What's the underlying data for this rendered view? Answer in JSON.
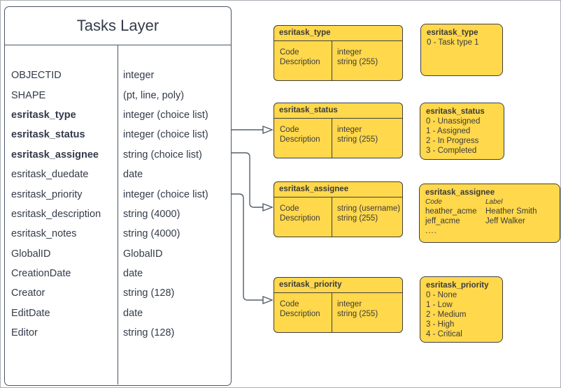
{
  "table": {
    "title": "Tasks Layer",
    "rows": [
      {
        "name": "OBJECTID",
        "type": "integer",
        "bold": false
      },
      {
        "name": "SHAPE",
        "type": "(pt, line, poly)",
        "bold": false
      },
      {
        "name": "esritask_type",
        "type": "integer (choice list)",
        "bold": true
      },
      {
        "name": "esritask_status",
        "type": "integer (choice list)",
        "bold": true
      },
      {
        "name": "esritask_assignee",
        "type": "string (choice list)",
        "bold": true
      },
      {
        "name": "esritask_duedate",
        "type": "date",
        "bold": false
      },
      {
        "name": "esritask_priority",
        "type": "integer (choice list)",
        "bold": false
      },
      {
        "name": "esritask_description",
        "type": "string (4000)",
        "bold": false
      },
      {
        "name": "esritask_notes",
        "type": "string (4000)",
        "bold": false
      },
      {
        "name": "GlobalID",
        "type": "GlobalID",
        "bold": false
      },
      {
        "name": "CreationDate",
        "type": "date",
        "bold": false
      },
      {
        "name": "Creator",
        "type": "string (128)",
        "bold": false
      },
      {
        "name": "EditDate",
        "type": "date",
        "bold": false
      },
      {
        "name": "Editor",
        "type": "string (128)",
        "bold": false
      }
    ]
  },
  "detail_boxes": [
    {
      "title": "esritask_type",
      "fields": [
        "Code",
        "Description"
      ],
      "types": [
        "integer",
        "string (255)"
      ]
    },
    {
      "title": "esritask_status",
      "fields": [
        "Code",
        "Description"
      ],
      "types": [
        "integer",
        "string (255)"
      ]
    },
    {
      "title": "esritask_assignee",
      "fields": [
        "Code",
        "Description"
      ],
      "types": [
        "string (username)",
        "string (255)"
      ]
    },
    {
      "title": "esritask_priority",
      "fields": [
        "Code",
        "Description"
      ],
      "types": [
        "integer",
        "string (255)"
      ]
    }
  ],
  "list_boxes": [
    {
      "title": "esritask_type",
      "items": [
        "0 - Task type 1"
      ]
    },
    {
      "title": "esritask_status",
      "items": [
        "0 - Unassigned",
        "1 - Assigned",
        "2 - In Progress",
        "3 - Completed"
      ]
    },
    {
      "title": "esritask_assignee",
      "col_headers": [
        "Code",
        "Label"
      ],
      "rows": [
        [
          "heather_acme",
          "Heather Smith"
        ],
        [
          "jeff_acme",
          "Jeff Walker"
        ]
      ],
      "ellipsis": "...."
    },
    {
      "title": "esritask_priority",
      "items": [
        "0 - None",
        "1 - Low",
        "2 - Medium",
        "3 - High",
        "4 - Critical"
      ]
    }
  ],
  "colors": {
    "node_yellow": "#ffd84c",
    "node_border": "#3f3f3f",
    "table_border": "#4a5468",
    "table_text": "#333b4a",
    "connector": "#525f6b"
  }
}
